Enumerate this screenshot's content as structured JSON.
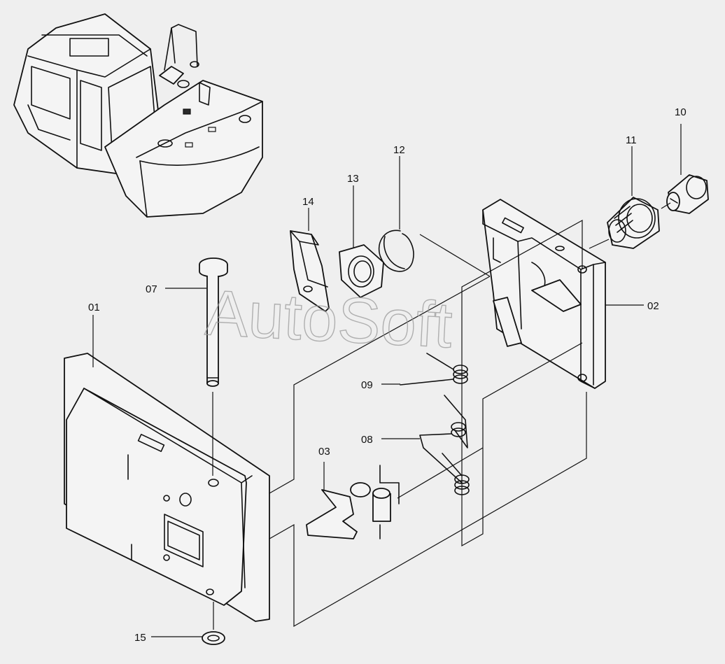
{
  "watermark": "AutoSoft",
  "callouts": [
    {
      "id": "01"
    },
    {
      "id": "02"
    },
    {
      "id": "03"
    },
    {
      "id": "07"
    },
    {
      "id": "08"
    },
    {
      "id": "09"
    },
    {
      "id": "10"
    },
    {
      "id": "11"
    },
    {
      "id": "12"
    },
    {
      "id": "13"
    },
    {
      "id": "14"
    },
    {
      "id": "15"
    }
  ],
  "colors": {
    "background": "#efefef",
    "line": "#111111",
    "watermark": "#9a9a9a"
  }
}
